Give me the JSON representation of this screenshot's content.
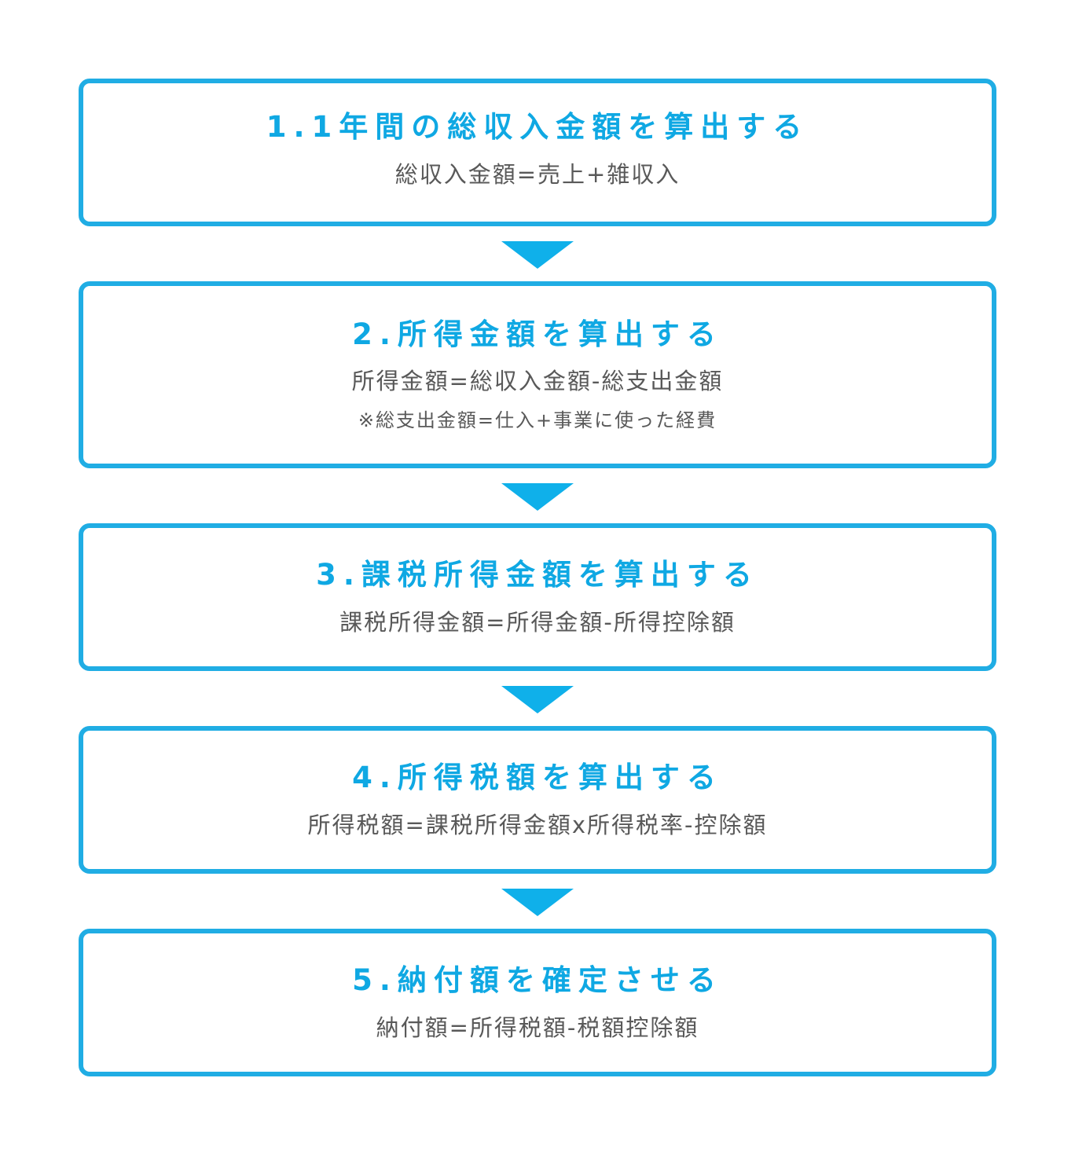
{
  "colors": {
    "accent": "#20ade4",
    "title": "#0fa8e3",
    "text": "#595959",
    "arrow": "#0fb0ea"
  },
  "steps": [
    {
      "title": "1.1年間の総収入金額を算出する",
      "formula": "総収入金額=売上+雑収入"
    },
    {
      "title": "2.所得金額を算出する",
      "formula": "所得金額=総収入金額-総支出金額",
      "note": "※総支出金額=仕入+事業に使った経費"
    },
    {
      "title": "3.課税所得金額を算出する",
      "formula": "課税所得金額=所得金額-所得控除額"
    },
    {
      "title": "4.所得税額を算出する",
      "formula": "所得税額=課税所得金額x所得税率-控除額"
    },
    {
      "title": "5.納付額を確定させる",
      "formula": "納付額=所得税額-税額控除額"
    }
  ],
  "connectors": [
    {
      "icon": "arrow-down-icon"
    },
    {
      "icon": "arrow-down-icon"
    },
    {
      "icon": "arrow-down-icon"
    },
    {
      "icon": "arrow-down-icon"
    }
  ]
}
